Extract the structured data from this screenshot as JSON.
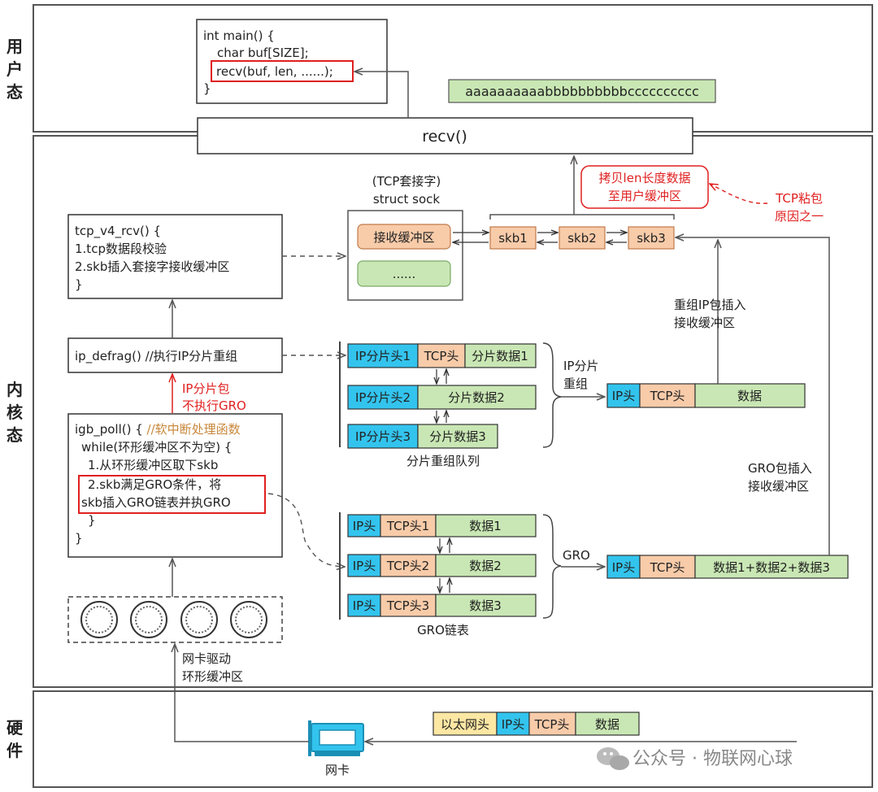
{
  "layers": {
    "user": "用户态",
    "kernel": "内核态",
    "hardware": "硬件"
  },
  "user_code": [
    "int main() {",
    "char buf[SIZE];",
    "recv(buf,  len, ......);",
    "}"
  ],
  "user_buffer": "aaaaaaaaaabbbbbbbbbbcccccccccc",
  "recv_label": "recv()",
  "sock": {
    "title1": "(TCP套接字)",
    "title2": "struct sock",
    "recv_buf": "接收缓冲区",
    "other": "......"
  },
  "skbs": [
    "skb1",
    "skb2",
    "skb3"
  ],
  "copy_note": [
    "拷贝len长度数据",
    "至用户缓冲区"
  ],
  "sticky_note": [
    "TCP粘包",
    "原因之一"
  ],
  "tcp_rcv": [
    "tcp_v4_rcv() {",
    "1.tcp数据段校验",
    "2.skb插入套接字接收缓冲区",
    "}"
  ],
  "ip_defrag": "ip_defrag() //执行IP分片重组",
  "ip_frag_note": [
    "IP分片包",
    "不执行GRO"
  ],
  "igb_poll": {
    "line1_a": "igb_poll() { ",
    "line1_b": "//软中断处理函数",
    "line2": "while(环形缓冲区不为空) {",
    "line3": "1.从环形缓冲区取下skb",
    "line4": "2.skb满足GRO条件，将",
    "line5": "skb插入GRO链表并执GRO",
    "line6": "}",
    "line7": "}"
  },
  "ring_label": [
    "网卡驱动",
    "环形缓冲区"
  ],
  "frag_queue": {
    "rows": [
      {
        "h1": "IP分片头1",
        "h2": "TCP头",
        "d": "分片数据1"
      },
      {
        "h1": "IP分片头2",
        "d": "分片数据2"
      },
      {
        "h1": "IP分片头3",
        "d": "分片数据3"
      }
    ],
    "caption": "分片重组队列"
  },
  "ip_reasm_label": [
    "IP分片",
    "重组"
  ],
  "reasm_packet": {
    "ip": "IP头",
    "tcp": "TCP头",
    "data": "数据"
  },
  "reasm_insert": [
    "重组IP包插入",
    "接收缓冲区"
  ],
  "gro_list": {
    "rows": [
      {
        "ip": "IP头",
        "tcp": "TCP头1",
        "d": "数据1"
      },
      {
        "ip": "IP头",
        "tcp": "TCP头2",
        "d": "数据2"
      },
      {
        "ip": "IP头",
        "tcp": "TCP头3",
        "d": "数据3"
      }
    ],
    "caption": "GRO链表"
  },
  "gro_label": "GRO",
  "gro_packet": {
    "ip": "IP头",
    "tcp": "TCP头",
    "data": "数据1+数据2+数据3"
  },
  "gro_insert": [
    "GRO包插入",
    "接收缓冲区"
  ],
  "nic_packet": {
    "eth": "以太网头",
    "ip": "IP头",
    "tcp": "TCP头",
    "data": "数据"
  },
  "nic_label": "网卡",
  "watermark": "公众号 · 物联网心球",
  "colors": {
    "green": "#c9e7b4",
    "orange": "#f8cba9",
    "blue": "#33c4ee",
    "yellow": "#fce7a3",
    "red": "#e02020",
    "brown": "#c8873a"
  }
}
